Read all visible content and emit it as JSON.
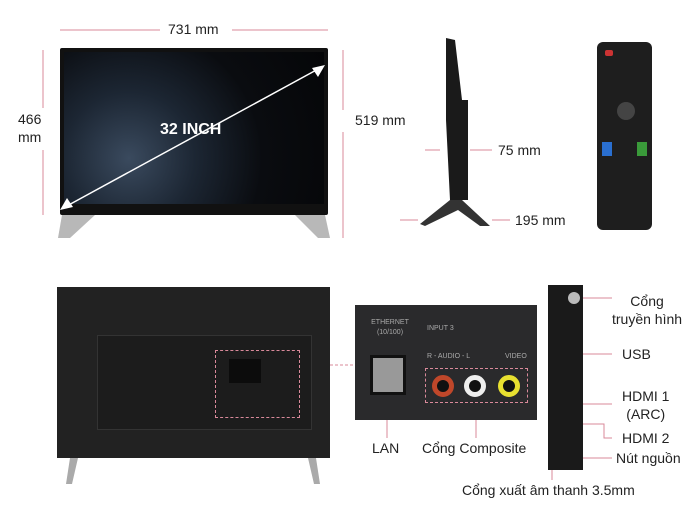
{
  "front": {
    "width_label": "731 mm",
    "height_label_line1": "466",
    "height_label_line2": "mm",
    "total_height_label": "519 mm",
    "size_label": "32 INCH"
  },
  "side": {
    "depth_label": "75 mm",
    "stand_label": "195 mm"
  },
  "ports": {
    "ethernet_title": "ETHERNET",
    "ethernet_sub": "(10/100)",
    "input_title": "INPUT 3",
    "audio_text": "R - AUDIO - L",
    "video_text": "VIDEO",
    "lan_label": "LAN",
    "composite_label": "Cổng Composite"
  },
  "side_ports": {
    "antenna_line1": "Cổng",
    "antenna_line2": "truyền hình",
    "usb": "USB",
    "hdmi1_line1": "HDMI 1",
    "hdmi1_line2": "(ARC)",
    "hdmi2": "HDMI 2",
    "power": "Nút nguồn",
    "audio_out": "Cổng xuất âm thanh 3.5mm"
  },
  "colors": {
    "accent": "#d9899a",
    "tv": "#1a1a1a"
  }
}
